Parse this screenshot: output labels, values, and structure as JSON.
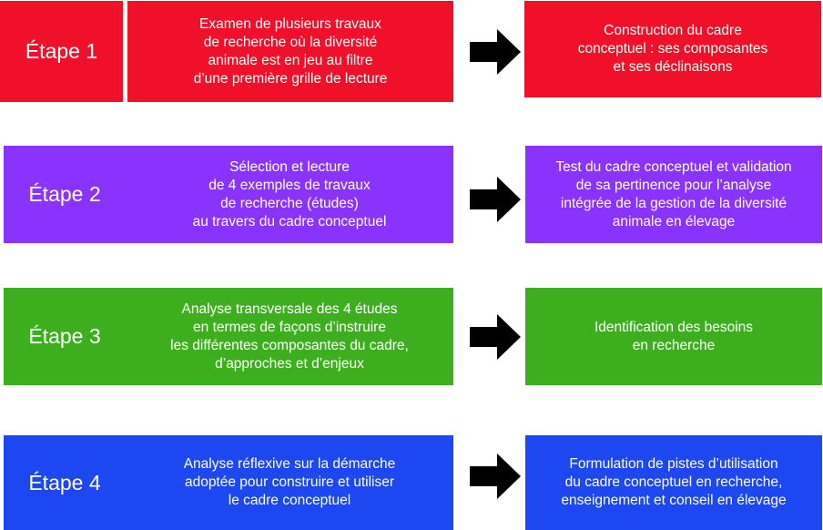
{
  "steps": [
    {
      "label": "Étape 1",
      "left_text": "Examen de plusieurs travaux\nde recherche où la diversité\nanimale est en jeu au filtre\nd’une première grille de lecture",
      "right_text": "Construction du cadre\nconceptuel : ses composantes\net ses déclinaisons",
      "color": "#f0102a"
    },
    {
      "label": "Étape 2",
      "left_text": "Sélection et lecture\nde 4 exemples de travaux\nde recherche (études)\nau travers du cadre conceptuel",
      "right_text": "Test du cadre conceptuel et validation\nde sa pertinence pour  l’analyse\nintégrée de la gestion de la diversité\nanimale en élevage",
      "color": "#8a33ff"
    },
    {
      "label": "Étape 3",
      "left_text": "Analyse transversale des 4  études\nen termes de façons d’instruire\nles différentes composantes du cadre,\nd’approches et d’enjeux",
      "right_text": "Identification des besoins\nen recherche",
      "color": "#3daf1f"
    },
    {
      "label": "Étape 4",
      "left_text": "Analyse réflexive sur la démarche\nadoptée pour construire et utiliser\nle cadre conceptuel",
      "right_text": "Formulation de pistes d’utilisation\ndu cadre conceptuel en recherche,\nenseignement et conseil en élevage",
      "color": "#1d47f0"
    }
  ],
  "arrow_color": "#000000",
  "arrow_icon": "right-arrow-icon"
}
